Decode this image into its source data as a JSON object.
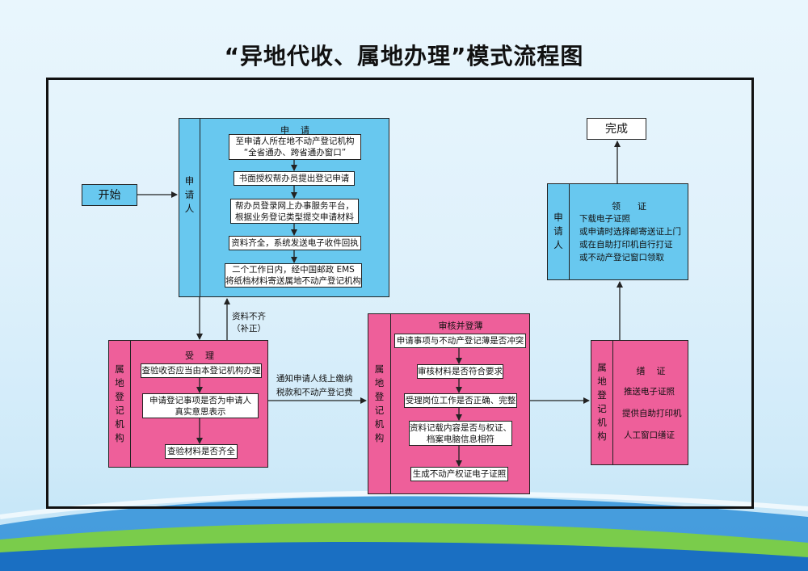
{
  "title": "“异地代收、属地办理”模式流程图",
  "start": "开始",
  "finish": "完成",
  "apply": {
    "side": "申\n请\n人",
    "header": "申    请",
    "steps": [
      "至申请人所在地不动产登记机构\n“全省通办、跨省通办窗口”",
      "书面授权帮办员提出登记申请",
      "帮办员登录网上办事服务平台，\n根据业务登记类型提交申请材料",
      "资料齐全，系统发送电子收件回执",
      "二个工作日内，经中国邮政 EMS\n将纸档材料寄送属地不动产登记机构"
    ]
  },
  "accept": {
    "side": "属\n地\n登\n记\n机\n构",
    "header": "受    理",
    "steps": [
      "查验收否应当由本登记机构办理",
      "申请登记事项是否为申请人\n真实意思表示",
      "查验材料是否齐全"
    ]
  },
  "missing_note": "资料不齐\n（补正）",
  "fee_note": "通知申请人线上缴纳\n税款和不动产登记费",
  "review": {
    "side": "属\n地\n登\n记\n机\n构",
    "header": "审核并登薄",
    "steps": [
      "申请事项与不动产登记薄是否冲突",
      "审核材料是否符合要求",
      "受理岗位工作是否正确、完整",
      "资料记载内容是否与权证、\n档案电脑信息相符",
      "生成不动产权证电子证照"
    ]
  },
  "issue": {
    "side": "属\n地\n登\n记\n机\n构",
    "header": "缮    证",
    "lines": [
      "推送电子证照",
      "提供自助打印机",
      "人工窗口缮证"
    ]
  },
  "collect": {
    "side": "申\n请\n人",
    "header": "领      证",
    "lines": [
      "下载电子证照",
      "或申请时选择邮寄送证上门",
      "或在自助打印机自行打证",
      "或不动产登记窗口领取"
    ]
  },
  "colors": {
    "blue": "#68c8ef",
    "pink": "#ee5f9a"
  }
}
